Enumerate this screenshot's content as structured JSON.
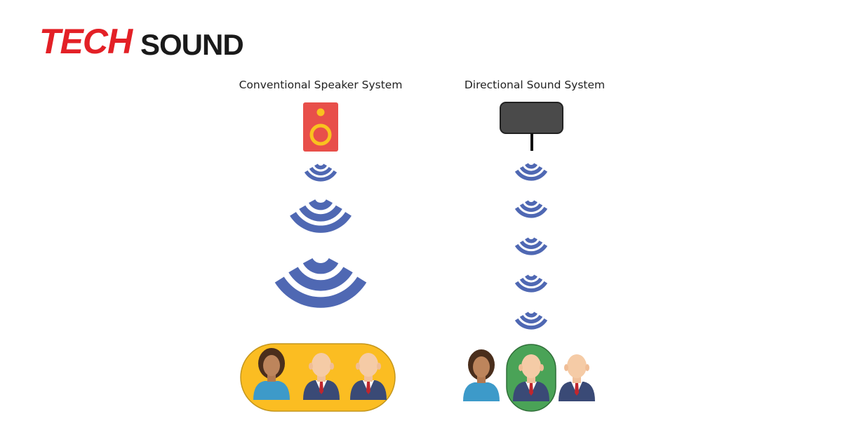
{
  "logo": {
    "part1": "TECH",
    "part2": "SOUND",
    "colors": {
      "tech": "#e32026",
      "sound": "#1a1a1a"
    }
  },
  "conventional": {
    "title": "Conventional Speaker System"
  },
  "directional": {
    "title": "Directional Sound System"
  },
  "colors": {
    "wave": "#4f68b3",
    "speaker_body": "#e84f4a",
    "speaker_cone": "#f9c21f",
    "audience_highlight": "#fbbd22",
    "listener_highlight": "#4aa357",
    "emitter": "#4a4a4a"
  }
}
